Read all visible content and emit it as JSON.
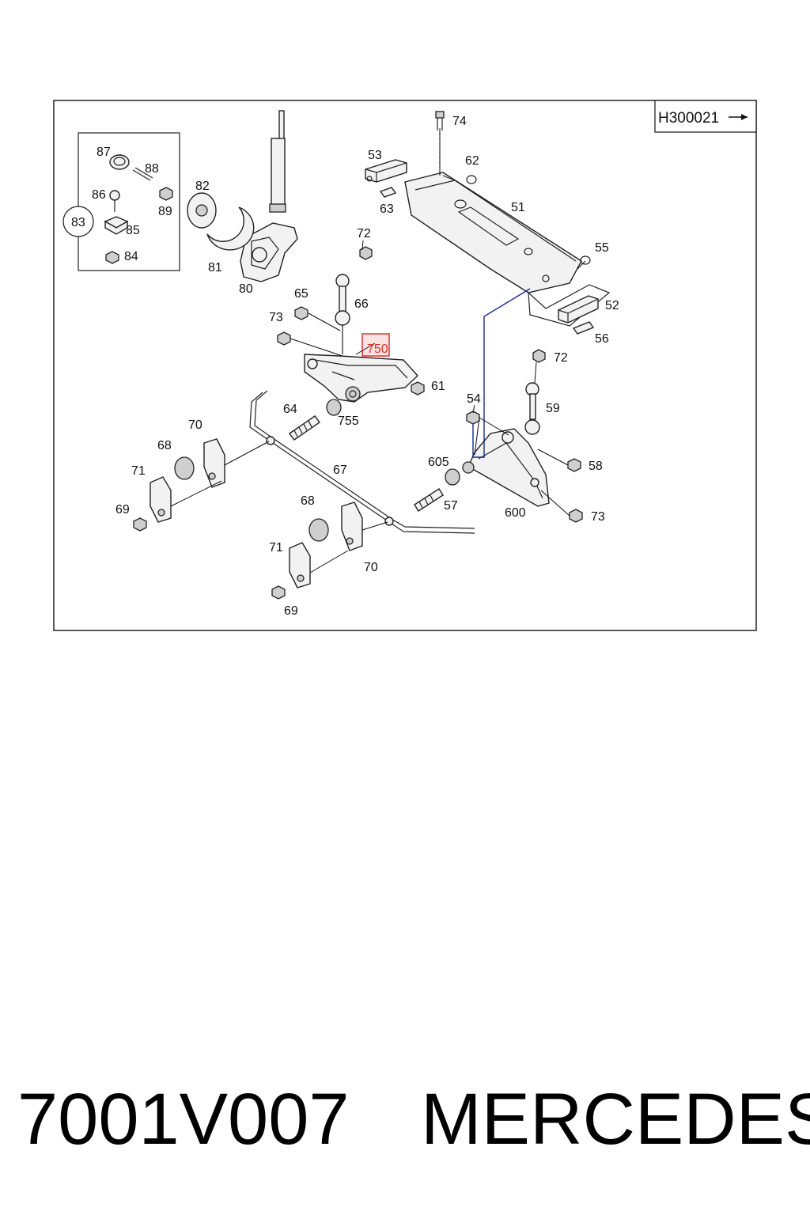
{
  "diagram": {
    "ref_code": "H300021",
    "highlight_color": "#d9342b",
    "highlight_fill": "#fbe3e3",
    "callouts": [
      "51",
      "52",
      "53",
      "54",
      "55",
      "56",
      "57",
      "58",
      "59",
      "61",
      "62",
      "63",
      "64",
      "65",
      "66",
      "67",
      "68",
      "69",
      "70",
      "71",
      "72",
      "73",
      "74",
      "80",
      "81",
      "82",
      "83",
      "84",
      "85",
      "86",
      "87",
      "88",
      "89",
      "600",
      "605",
      "750",
      "755"
    ],
    "highlighted_part": "750",
    "labels": {
      "l74": "74",
      "l53": "53",
      "l62": "62",
      "l63": "63",
      "l51": "51",
      "l55": "55",
      "l52": "52",
      "l56": "56",
      "l72a": "72",
      "l66": "66",
      "l65": "65",
      "l73a": "73",
      "l750": "750",
      "l61": "61",
      "l64": "64",
      "l755": "755",
      "l72b": "72",
      "l59": "59",
      "l54": "54",
      "l58": "58",
      "l605": "605",
      "l57": "57",
      "l600": "600",
      "l73b": "73",
      "l70a": "70",
      "l68a": "68",
      "l71a": "71",
      "l69a": "69",
      "l67": "67",
      "l68b": "68",
      "l71b": "71",
      "l70b": "70",
      "l69b": "69",
      "l87": "87",
      "l88": "88",
      "l86": "86",
      "l89": "89",
      "l83": "83",
      "l85": "85",
      "l84": "84",
      "l82": "82",
      "l81": "81",
      "l80": "80"
    }
  },
  "footer": {
    "part_number": "7001V007",
    "brand": "MERCEDES"
  }
}
